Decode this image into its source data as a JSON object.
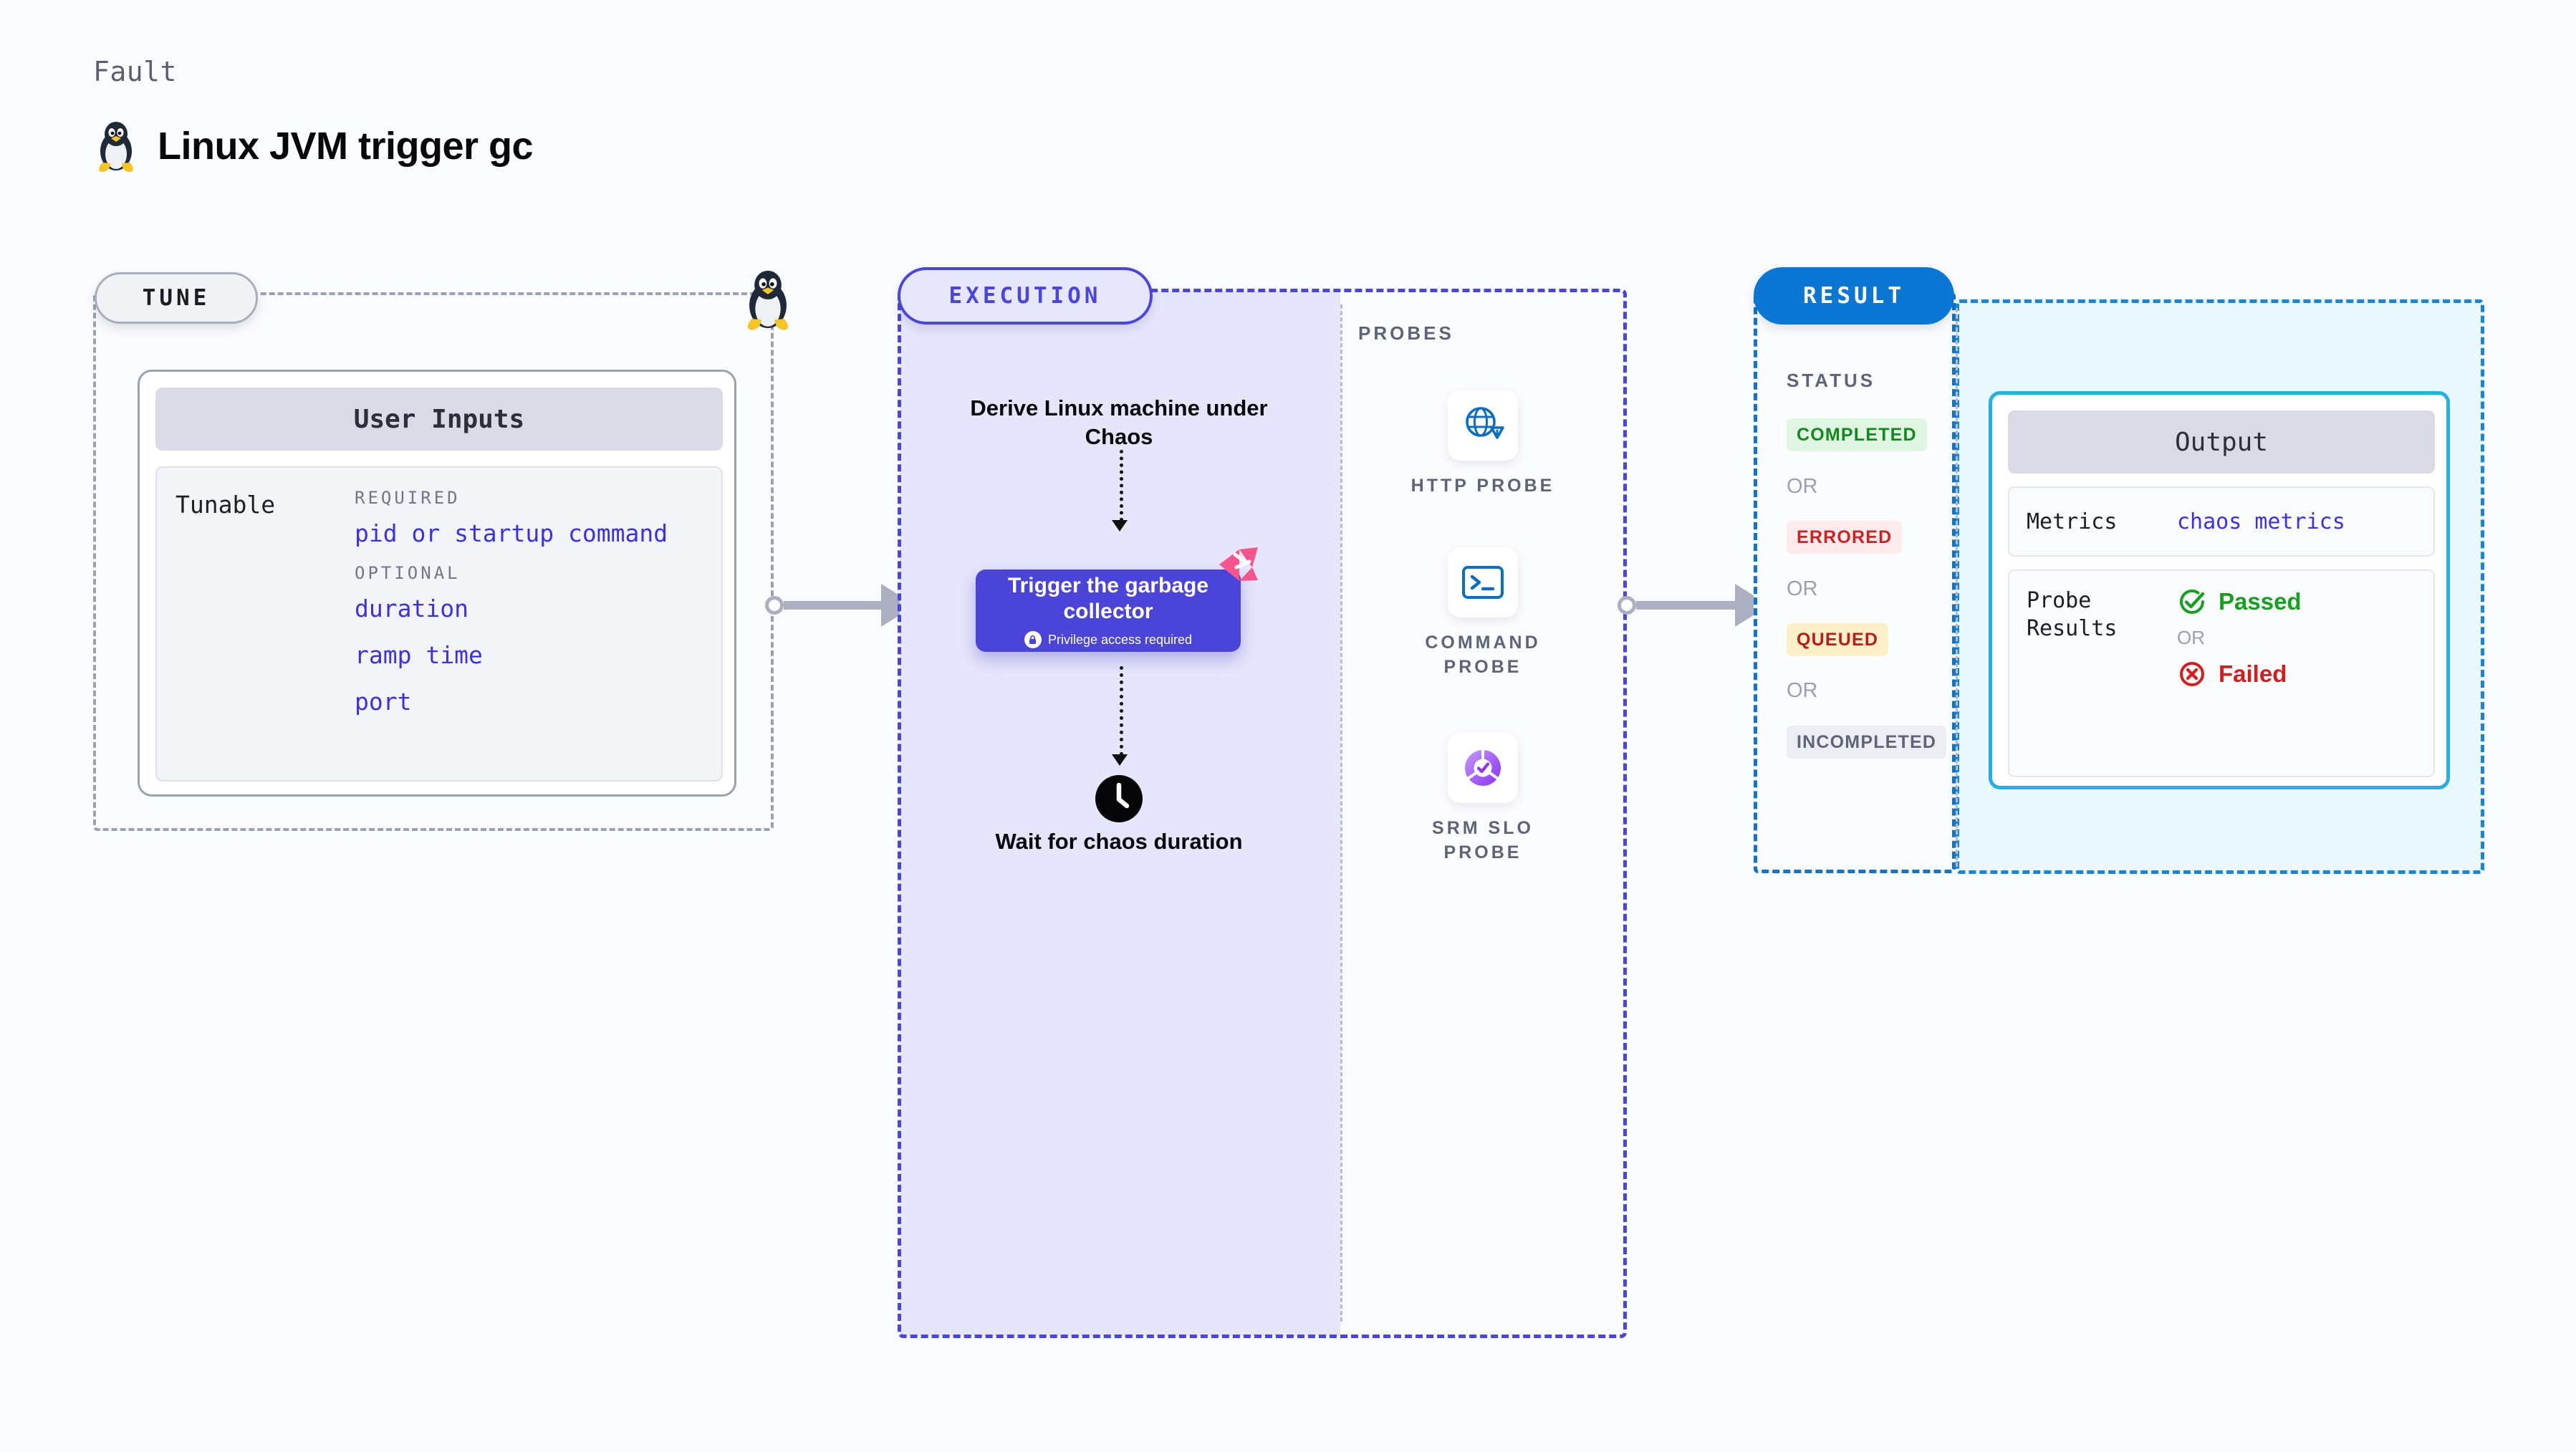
{
  "header": {
    "kicker": "Fault",
    "title": "Linux JVM trigger gc",
    "icon": "tux-penguin-icon"
  },
  "tune": {
    "pill_label": "TUNE",
    "card_title": "User Inputs",
    "tunable_label": "Tunable",
    "groups": [
      {
        "label": "REQUIRED",
        "items": [
          "pid or startup command"
        ]
      },
      {
        "label": "OPTIONAL",
        "items": [
          "duration",
          "ramp time",
          "port"
        ]
      }
    ],
    "border_icon": "tux-penguin-icon"
  },
  "execution": {
    "pill_label": "EXECUTION",
    "step_derive": "Derive Linux machine under Chaos",
    "node": {
      "title": "Trigger the garbage collector",
      "subtitle": "Privilege access required",
      "lock_icon": "lock-icon",
      "corner_icon": "litmus-chaos-icon",
      "color": "#4b44d8"
    },
    "step_wait": "Wait for chaos duration",
    "clock_icon": "clock-icon"
  },
  "probes": {
    "title": "PROBES",
    "items": [
      {
        "label": "HTTP PROBE",
        "icon": "globe-warning-icon"
      },
      {
        "label": "COMMAND PROBE",
        "icon": "terminal-icon"
      },
      {
        "label": "SRM SLO PROBE",
        "icon": "slo-donut-check-icon"
      }
    ]
  },
  "result": {
    "pill_label": "RESULT",
    "status_title": "STATUS",
    "or_label": "OR",
    "statuses": [
      {
        "label": "COMPLETED",
        "bg": "#e0f6e2",
        "fg": "#118a1d"
      },
      {
        "label": "ERRORED",
        "bg": "#fdeaea",
        "fg": "#cb2222"
      },
      {
        "label": "QUEUED",
        "bg": "#fbf0c8",
        "fg": "#b81c1c"
      },
      {
        "label": "INCOMPLETED",
        "bg": "#edeef4",
        "fg": "#5f6578"
      }
    ]
  },
  "output": {
    "card_title": "Output",
    "metrics_key": "Metrics",
    "metrics_value": "chaos metrics",
    "probe_results_key": "Probe Results",
    "passed_label": "Passed",
    "failed_label": "Failed",
    "or_label": "OR",
    "passed_icon": "check-circle-icon",
    "failed_icon": "x-circle-icon"
  },
  "connectors": {
    "tune_to_execution": "arrow-right",
    "execution_to_result": "arrow-right",
    "color": "#abafc0"
  }
}
